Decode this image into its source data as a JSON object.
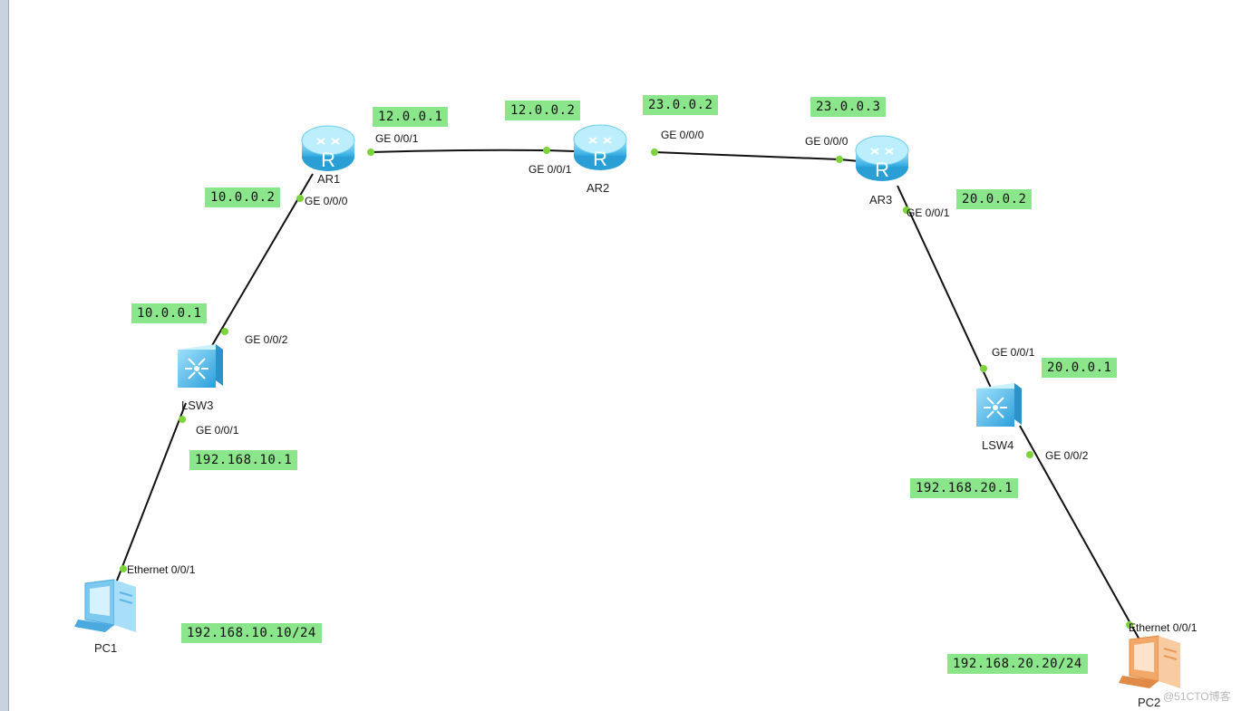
{
  "devices": {
    "ar1": "AR1",
    "ar2": "AR2",
    "ar3": "AR3",
    "lsw3": "LSW3",
    "lsw4": "LSW4",
    "pc1": "PC1",
    "pc2": "PC2"
  },
  "ports": {
    "ar1_g001": "GE 0/0/1",
    "ar1_g000": "GE 0/0/0",
    "ar2_g001": "GE 0/0/1",
    "ar2_g000": "GE 0/0/0",
    "ar3_g000": "GE 0/0/0",
    "ar3_g001": "GE 0/0/1",
    "lsw3_g002": "GE 0/0/2",
    "lsw3_g001": "GE 0/0/1",
    "lsw4_g001": "GE 0/0/1",
    "lsw4_g002": "GE 0/0/2",
    "pc1_eth": "Ethernet 0/0/1",
    "pc2_eth": "Ethernet 0/0/1"
  },
  "ips": {
    "ar1_g001": "12.0.0.1",
    "ar2_g001": "12.0.0.2",
    "ar2_g000": "23.0.0.2",
    "ar3_g000": "23.0.0.3",
    "ar1_g000": "10.0.0.2",
    "ar3_g001": "20.0.0.2",
    "lsw3_g002": "10.0.0.1",
    "lsw4_g001": "20.0.0.1",
    "lsw3_g001": "192.168.10.1",
    "lsw4_g002": "192.168.20.1",
    "pc1": "192.168.10.10/24",
    "pc2": "192.168.20.20/24"
  },
  "watermark": "@51CTO博客",
  "colors": {
    "ip_label_bg": "#8be58b",
    "link": "#111111",
    "port_dot": "#7cd33a",
    "router": "#5ec6ee",
    "switch": "#4ab8ea",
    "pc1": "#7cc9f0",
    "pc2": "#f2a868"
  }
}
